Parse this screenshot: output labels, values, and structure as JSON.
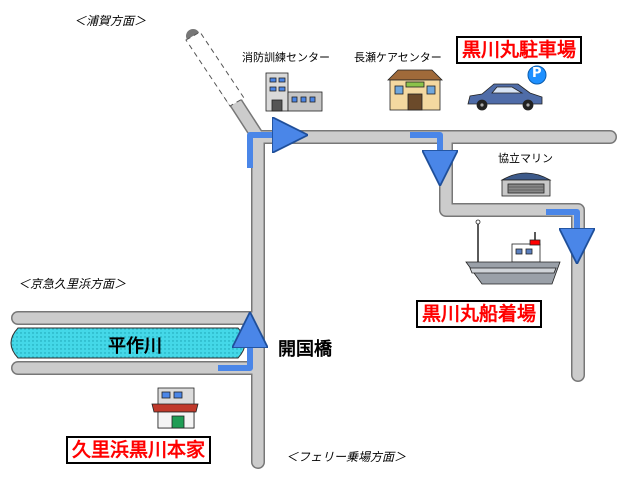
{
  "directions": {
    "uraga": "＜浦賀方面＞",
    "keikyu_kurihama": "＜京急久里浜方面＞",
    "ferry": "＜フェリー乗場方面＞"
  },
  "facilities": {
    "fire_training": "消防訓練センター",
    "nagase_care": "長瀬ケアセンター",
    "kyoritsu_marine": "協立マリン"
  },
  "highlighted": {
    "parking": "黒川丸駐車場",
    "pier": "黒川丸船着場",
    "main_house": "久里浜黒川本家"
  },
  "river": {
    "name": "平作川"
  },
  "bridge": {
    "name": "開国橋"
  },
  "parking_sign": "P",
  "colors": {
    "road": "#cccccc",
    "route_arrow": "#4a86e8",
    "river": "#44d8e8",
    "highlight_text": "#ff0000"
  }
}
